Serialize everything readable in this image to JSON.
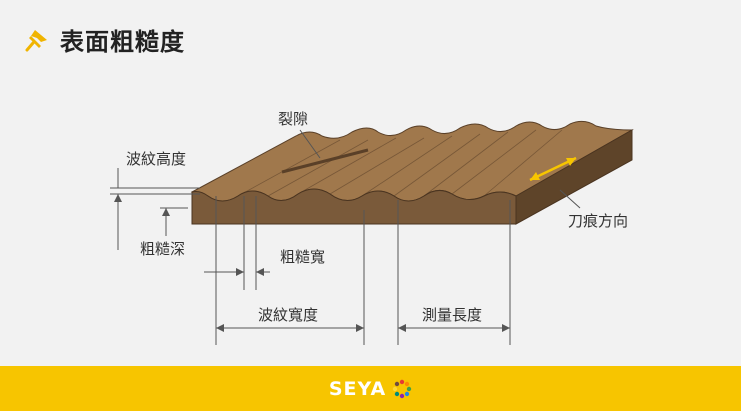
{
  "header": {
    "title": "表面粗糙度",
    "icon": "pin-icon",
    "icon_color": "#f0b400"
  },
  "diagram": {
    "labels": {
      "crack": "裂隙",
      "waviness_height": "波紋高度",
      "roughness_depth": "粗糙深",
      "roughness_width": "粗糙寬",
      "waviness_width": "波紋寬度",
      "measure_length": "測量長度",
      "lay_direction": "刀痕方向"
    },
    "colors": {
      "top_surface": "#a0784c",
      "front_face": "#7a5a3a",
      "side_face": "#5e4429",
      "arrow": "#f7c500"
    }
  },
  "footer": {
    "brand": "SEYA",
    "background": "#f7c500"
  }
}
